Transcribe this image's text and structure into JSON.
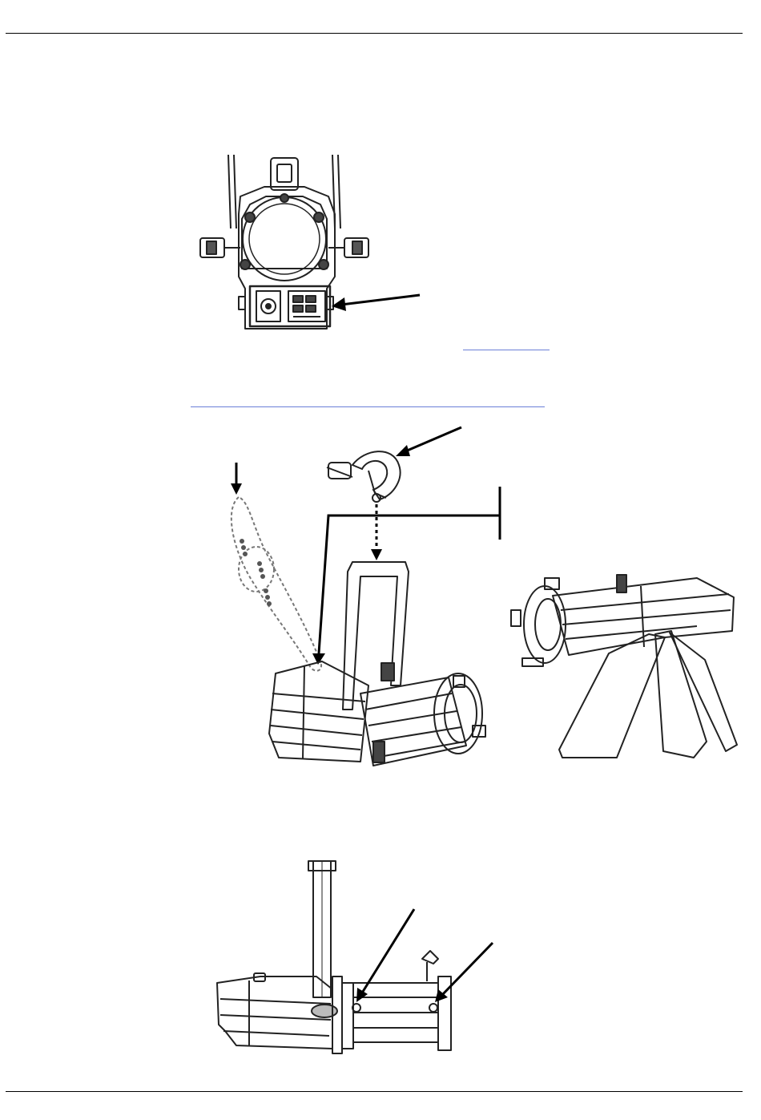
{
  "figures": [
    {
      "name": "fixture-front-view",
      "icon": "profile-spotlight-front-icon"
    },
    {
      "name": "fixture-mounting-diagram",
      "icon": "profile-spotlight-clamp-icon"
    },
    {
      "name": "fixture-side-view",
      "icon": "profile-spotlight-side-icon"
    }
  ],
  "colors": {
    "rule": "#000000",
    "link_underline": "#6b7fd7",
    "drawing": "#222222"
  }
}
